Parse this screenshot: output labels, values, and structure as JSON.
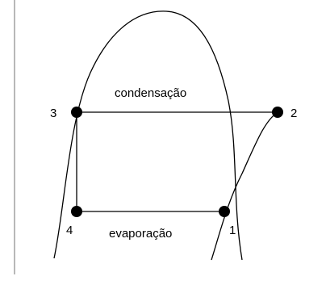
{
  "diagram": {
    "labels": {
      "process_top": "condensação",
      "process_bottom": "evaporação"
    },
    "points": {
      "p1": "1",
      "p2": "2",
      "p3": "3",
      "p4": "4"
    }
  }
}
